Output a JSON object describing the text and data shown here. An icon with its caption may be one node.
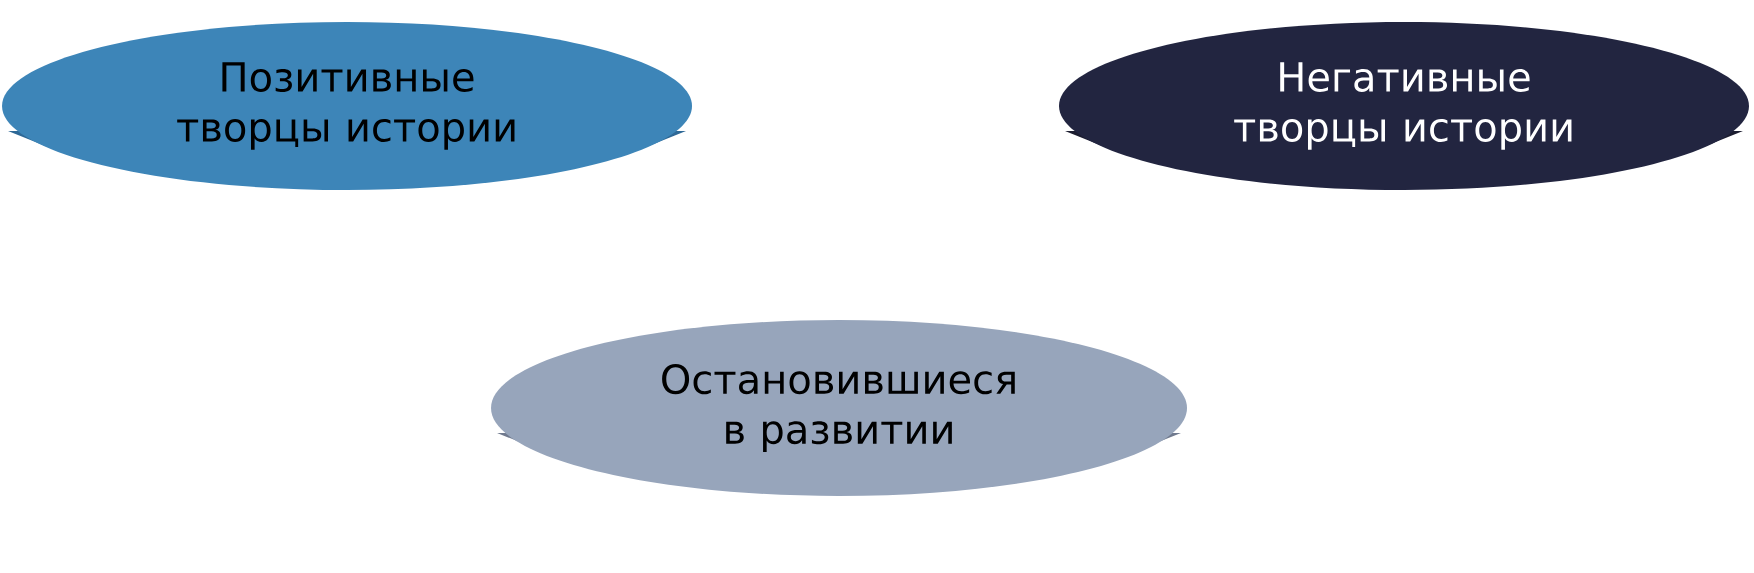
{
  "diagram": {
    "nodes": [
      {
        "text": [
          "Позитивные творцы истории"
        ]
      },
      {
        "text": [
          "Негативные творцы истории"
        ]
      },
      {
        "text": [
          "Остановившиеся в развитии"
        ]
      }
    ]
  }
}
